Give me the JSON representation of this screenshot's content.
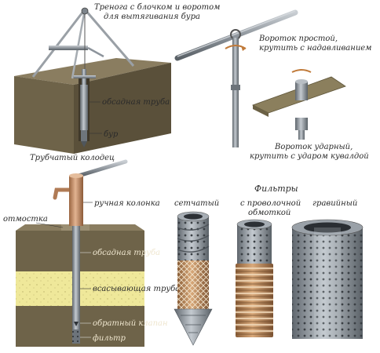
{
  "sections": {
    "tripod": {
      "title_lines": [
        "Тренога с блочком и воротом",
        "для вытягивания бура"
      ],
      "casing_label": "обсадная труба",
      "drill_label": "бур"
    },
    "simple_handle": {
      "label_lines": [
        "Вороток простой,",
        "крутить с надавливанием"
      ]
    },
    "impact_handle": {
      "label_lines": [
        "Вороток ударный,",
        "крутить с ударом кувалдой"
      ]
    },
    "tube_well": {
      "title": "Трубчатый колодец",
      "pump_label": "ручная колонка",
      "apron_label": "отмостка",
      "casing_label": "обсадная труба",
      "suction_label": "всасывающая труба",
      "valve_label": "обратный клапан",
      "filter_label": "фильтр"
    },
    "filters": {
      "title": "Фильтры",
      "mesh_label": "сетчатый",
      "wire_label_lines": [
        "с проволочной",
        "обмоткой"
      ],
      "gravel_label": "гравийный"
    }
  },
  "colors": {
    "soil_top": "#8a7d60",
    "soil_front": "#6e6349",
    "soil_side": "#5a503a",
    "sand": "#efe89a",
    "pipe_metal": "#8d949c",
    "pump_copper": "#c8926a",
    "plank": "#8b7f5d",
    "mesh_brown": "#b8875a",
    "text": "#2a2a2a"
  }
}
